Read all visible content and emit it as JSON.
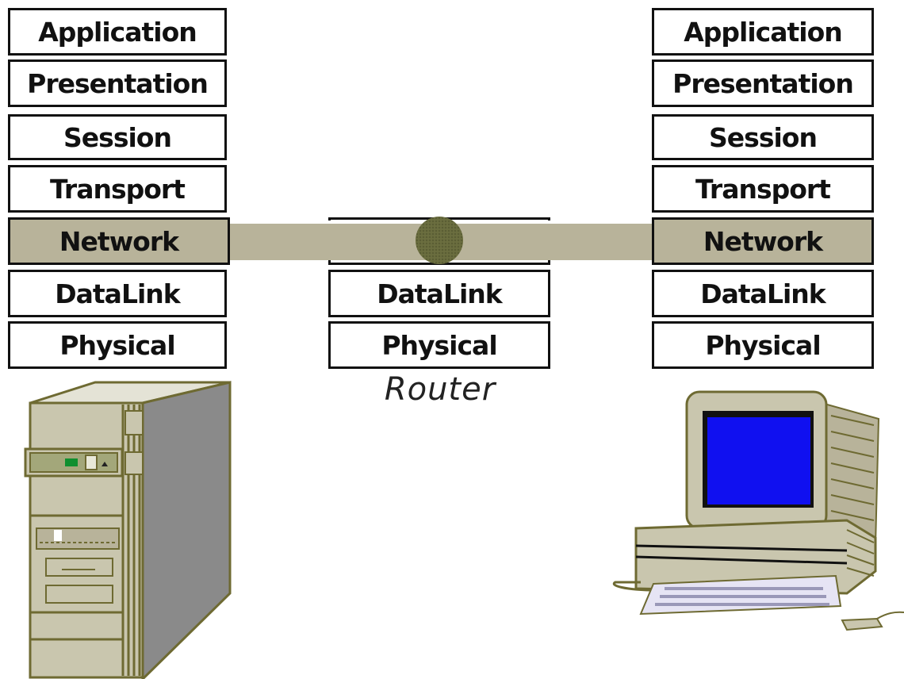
{
  "left_stack": [
    "Application",
    "Presentation",
    "Session",
    "Transport",
    "Network",
    "DataLink",
    "Physical"
  ],
  "router_stack": [
    "DataLink",
    "Physical"
  ],
  "right_stack": [
    "Application",
    "Presentation",
    "Session",
    "Transport",
    "Network",
    "DataLink",
    "Physical"
  ],
  "router_label": "Router",
  "colors": {
    "network_band": "#b8b39a",
    "router_node": "#6b6e3f",
    "device_body": "#c9c6ae",
    "device_outline": "#6e6a32",
    "screen": "#1010f0"
  },
  "icons": [
    "server-tower-icon",
    "desktop-computer-icon"
  ]
}
